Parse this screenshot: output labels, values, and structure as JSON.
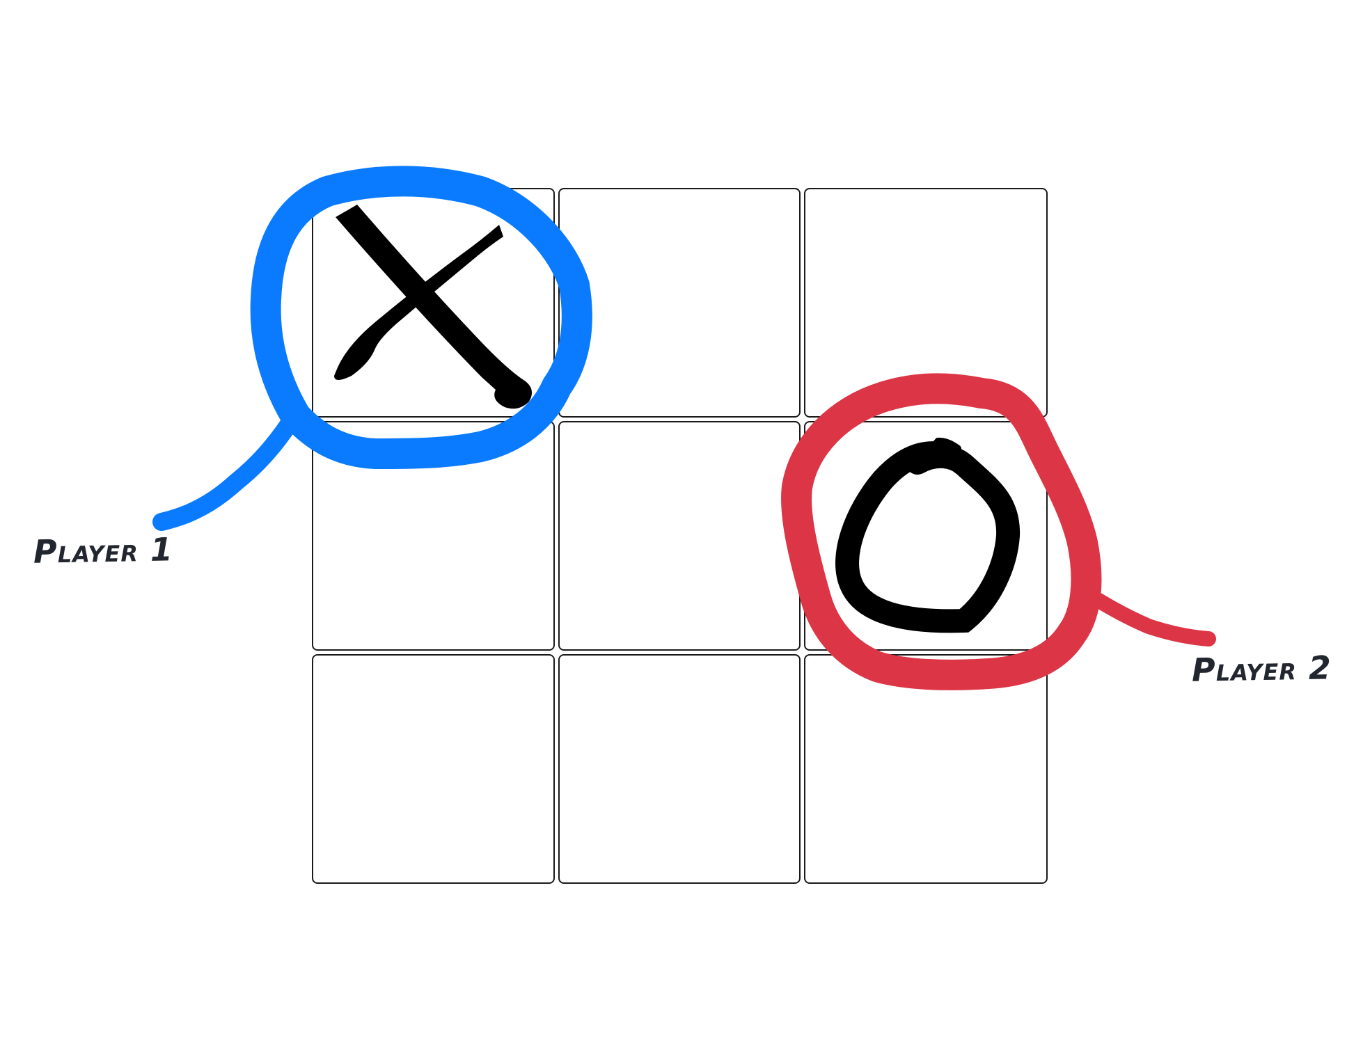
{
  "board": {
    "cells": [
      {
        "mark": "X"
      },
      {
        "mark": ""
      },
      {
        "mark": ""
      },
      {
        "mark": ""
      },
      {
        "mark": ""
      },
      {
        "mark": "O"
      },
      {
        "mark": ""
      },
      {
        "mark": ""
      },
      {
        "mark": ""
      }
    ]
  },
  "annotations": [
    {
      "label": "Player 1",
      "color": "#0a7bff",
      "marks_cell": 0,
      "mark_icon": "x-mark-icon"
    },
    {
      "label": "Player 2",
      "color": "#dc3545",
      "marks_cell": 5,
      "mark_icon": "o-mark-icon"
    }
  ]
}
